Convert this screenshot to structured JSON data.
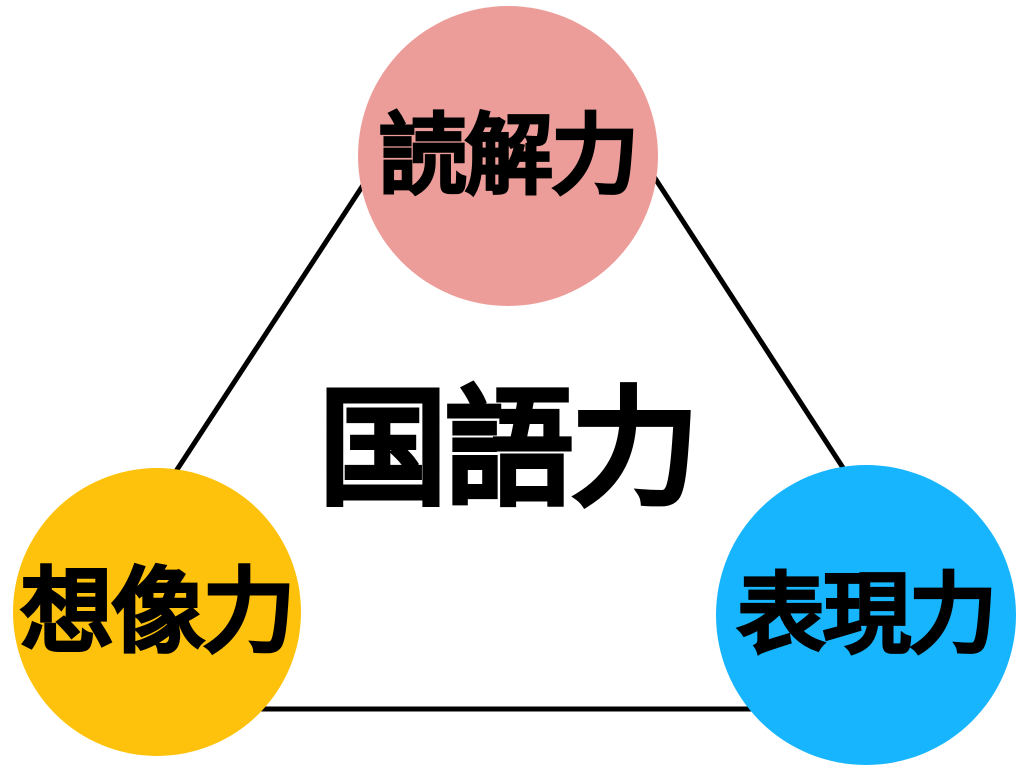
{
  "title": {
    "text": "国語力"
  },
  "nodes": [
    {
      "id": "reading",
      "label": "読解力",
      "color": "#EC9D99"
    },
    {
      "id": "imagination",
      "label": "想像力",
      "color": "#FEC20C"
    },
    {
      "id": "expression",
      "label": "表現力",
      "color": "#17B5FE"
    }
  ],
  "edges": {
    "color": "#000000"
  },
  "background": "#FFFFFF",
  "text_color": "#000000"
}
